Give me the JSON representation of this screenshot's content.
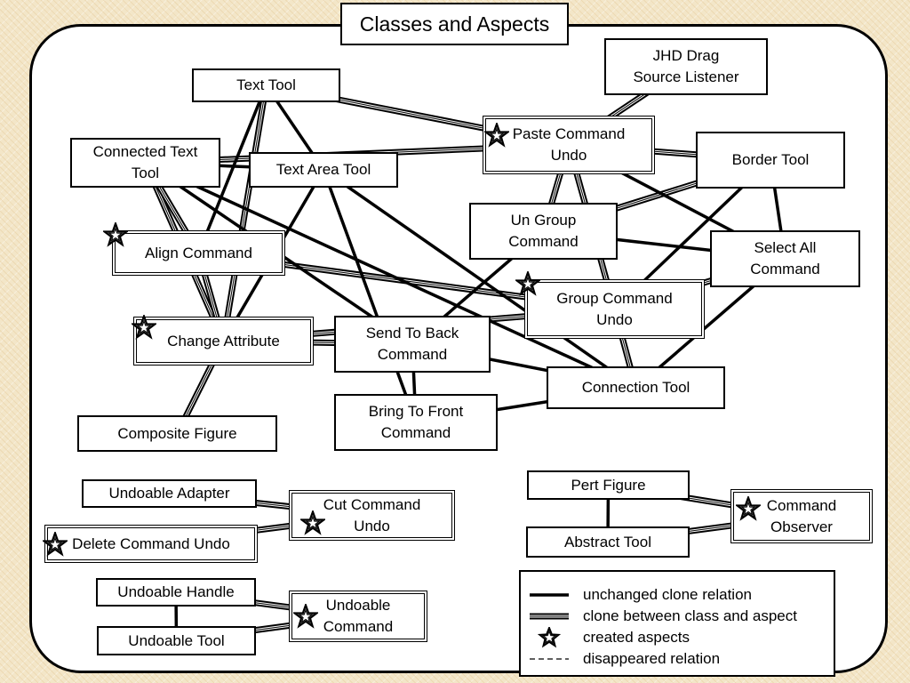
{
  "title": "Classes and Aspects",
  "nodes": [
    {
      "id": "jhd_drag",
      "label": "JHD Drag\nSource Listener",
      "aspect": false,
      "star": false
    },
    {
      "id": "text_tool",
      "label": "Text Tool",
      "aspect": false,
      "star": false
    },
    {
      "id": "paste_cmd",
      "label": "Paste Command\nUndo",
      "aspect": true,
      "star": true
    },
    {
      "id": "connected_text_tool",
      "label": "Connected Text\nTool",
      "aspect": false,
      "star": false
    },
    {
      "id": "text_area_tool",
      "label": "Text Area Tool",
      "aspect": false,
      "star": false
    },
    {
      "id": "border_tool",
      "label": "Border Tool",
      "aspect": false,
      "star": false
    },
    {
      "id": "ungroup_cmd",
      "label": "Un Group\nCommand",
      "aspect": false,
      "star": false
    },
    {
      "id": "align_cmd",
      "label": "Align Command",
      "aspect": true,
      "star": true
    },
    {
      "id": "select_all_cmd",
      "label": "Select All\nCommand",
      "aspect": false,
      "star": false
    },
    {
      "id": "group_cmd_undo",
      "label": "Group Command\nUndo",
      "aspect": true,
      "star": true
    },
    {
      "id": "change_attr",
      "label": "Change Attribute",
      "aspect": true,
      "star": true
    },
    {
      "id": "send_back_cmd",
      "label": "Send To Back\nCommand",
      "aspect": false,
      "star": false
    },
    {
      "id": "connection_tool",
      "label": "Connection Tool",
      "aspect": false,
      "star": false
    },
    {
      "id": "bring_front_cmd",
      "label": "Bring To Front\nCommand",
      "aspect": false,
      "star": false
    },
    {
      "id": "composite_figure",
      "label": "Composite Figure",
      "aspect": false,
      "star": false
    },
    {
      "id": "undoable_adapter",
      "label": "Undoable Adapter",
      "aspect": false,
      "star": false
    },
    {
      "id": "cut_cmd_undo",
      "label": "Cut Command\nUndo",
      "aspect": true,
      "star": true
    },
    {
      "id": "delete_cmd_undo",
      "label": "Delete Command Undo",
      "aspect": true,
      "star": true
    },
    {
      "id": "pert_figure",
      "label": "Pert Figure",
      "aspect": false,
      "star": false
    },
    {
      "id": "cmd_observer",
      "label": "Command\nObserver",
      "aspect": true,
      "star": true
    },
    {
      "id": "abstract_tool",
      "label": "Abstract Tool",
      "aspect": false,
      "star": false
    },
    {
      "id": "undoable_handle",
      "label": "Undoable Handle",
      "aspect": false,
      "star": false
    },
    {
      "id": "undoable_cmd",
      "label": "Undoable\nCommand",
      "aspect": true,
      "star": true
    },
    {
      "id": "undoable_tool",
      "label": "Undoable Tool",
      "aspect": false,
      "star": false
    }
  ],
  "relations": {
    "unchanged_clone": [
      [
        "text_tool",
        "text_area_tool"
      ],
      [
        "text_tool",
        "align_cmd"
      ],
      [
        "connected_text_tool",
        "text_area_tool"
      ],
      [
        "connected_text_tool",
        "send_back_cmd"
      ],
      [
        "text_area_tool",
        "change_attr"
      ],
      [
        "text_area_tool",
        "connection_tool"
      ],
      [
        "text_area_tool",
        "bring_front_cmd"
      ],
      [
        "send_back_cmd",
        "ungroup_cmd"
      ],
      [
        "send_back_cmd",
        "bring_front_cmd"
      ],
      [
        "send_back_cmd",
        "connection_tool"
      ],
      [
        "bring_front_cmd",
        "connection_tool"
      ],
      [
        "connected_text_tool",
        "connection_tool"
      ],
      [
        "border_tool",
        "select_all_cmd"
      ],
      [
        "border_tool",
        "group_cmd_undo"
      ],
      [
        "ungroup_cmd",
        "select_all_cmd"
      ],
      [
        "paste_cmd",
        "select_all_cmd"
      ],
      [
        "select_all_cmd",
        "connection_tool"
      ],
      [
        "pert_figure",
        "abstract_tool"
      ],
      [
        "undoable_handle",
        "undoable_tool"
      ]
    ],
    "clone_class_aspect": [
      [
        "text_tool",
        "paste_cmd"
      ],
      [
        "jhd_drag",
        "paste_cmd"
      ],
      [
        "connected_text_tool",
        "change_attr"
      ],
      [
        "connected_text_tool",
        "align_cmd"
      ],
      [
        "text_tool",
        "change_attr"
      ],
      [
        "align_cmd",
        "change_attr"
      ],
      [
        "align_cmd",
        "group_cmd_undo"
      ],
      [
        "connected_text_tool",
        "paste_cmd"
      ],
      [
        "paste_cmd",
        "ungroup_cmd"
      ],
      [
        "paste_cmd",
        "border_tool"
      ],
      [
        "paste_cmd",
        "group_cmd_undo"
      ],
      [
        "ungroup_cmd",
        "border_tool"
      ],
      [
        "change_attr",
        "group_cmd_undo"
      ],
      [
        "change_attr",
        "send_back_cmd"
      ],
      [
        "change_attr",
        "composite_figure"
      ],
      [
        "group_cmd_undo",
        "select_all_cmd"
      ],
      [
        "group_cmd_undo",
        "connection_tool"
      ],
      [
        "undoable_adapter",
        "cut_cmd_undo"
      ],
      [
        "delete_cmd_undo",
        "cut_cmd_undo"
      ],
      [
        "pert_figure",
        "cmd_observer"
      ],
      [
        "abstract_tool",
        "cmd_observer"
      ],
      [
        "undoable_handle",
        "undoable_cmd"
      ],
      [
        "undoable_tool",
        "undoable_cmd"
      ]
    ]
  },
  "legend": [
    {
      "kind": "solid",
      "label": "unchanged clone relation"
    },
    {
      "kind": "double",
      "label": "clone between class and aspect"
    },
    {
      "kind": "star",
      "label": "created aspects"
    },
    {
      "kind": "dashed",
      "label": "disappeared relation"
    }
  ]
}
